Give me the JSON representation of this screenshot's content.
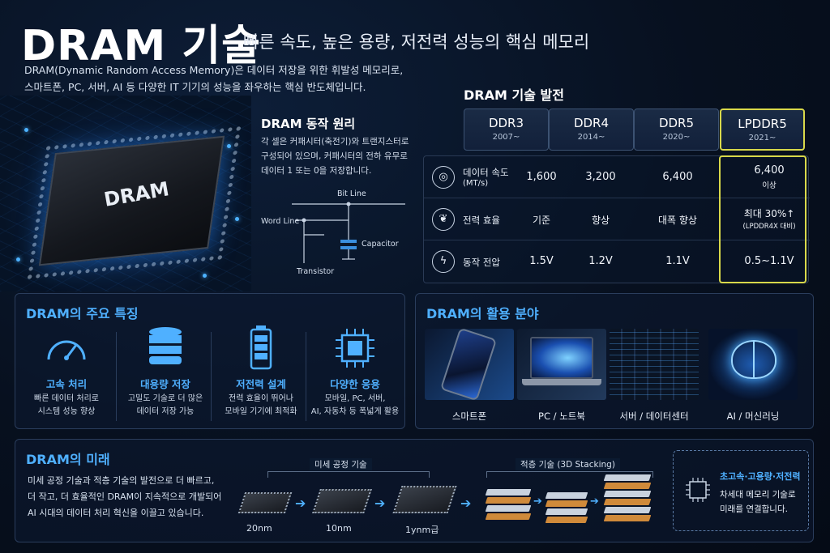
{
  "header": {
    "title": "DRAM 기술",
    "subtitle": "빠른 속도, 높은 용량, 저전력 성능의 핵심 메모리",
    "intro_line1": "DRAM(Dynamic Random Access Memory)은 데이터 저장을 위한 휘발성 메모리로,",
    "intro_line2": "스마트폰, PC, 서버, AI 등 다양한 IT 기기의 성능을 좌우하는 핵심 반도체입니다."
  },
  "chip_image": {
    "label": "DRAM"
  },
  "principle": {
    "title": "DRAM 동작 원리",
    "desc_line1": "각 셀은 커패시터(축전기)와 트랜지스터로",
    "desc_line2": "구성되어 있으며, 커패시터의 전하 유무로",
    "desc_line3": "데이터 1 또는 0을 저장합니다.",
    "labels": {
      "bit_line": "Bit Line",
      "word_line": "Word Line",
      "capacitor": "Capacitor",
      "transistor": "Transistor"
    }
  },
  "evolution": {
    "title": "DRAM 기술 발전",
    "generations": [
      {
        "name": "DDR3",
        "year": "2007~"
      },
      {
        "name": "DDR4",
        "year": "2014~"
      },
      {
        "name": "DDR5",
        "year": "2020~"
      },
      {
        "name": "LPDDR5",
        "year": "2021~"
      }
    ],
    "rows": [
      {
        "icon": "speed-icon",
        "label1": "데이터 속도",
        "label2": "(MT/s)",
        "values": [
          "1,600",
          "3,200",
          "6,400",
          "6,400"
        ],
        "lp_note": "이상"
      },
      {
        "icon": "leaf-icon",
        "label1": "전력 효율",
        "label2": "",
        "values": [
          "기준",
          "향상",
          "대폭 향상",
          "최대 30%↑"
        ],
        "lp_note": "(LPDDR4X 대비)"
      },
      {
        "icon": "bolt-icon",
        "label1": "동작 전압",
        "label2": "",
        "values": [
          "1.5V",
          "1.2V",
          "1.1V",
          "0.5~1.1V"
        ],
        "lp_note": ""
      }
    ],
    "highlight_color": "#d8d84a"
  },
  "features": {
    "title": "DRAM의 주요 특징",
    "items": [
      {
        "icon": "speedometer-icon",
        "title": "고속 처리",
        "desc1": "빠른 데이터 처리로",
        "desc2": "시스템 성능 향상"
      },
      {
        "icon": "database-icon",
        "title": "대용량 저장",
        "desc1": "고밀도 기술로 더 많은",
        "desc2": "데이터 저장 가능"
      },
      {
        "icon": "battery-icon",
        "title": "저전력 설계",
        "desc1": "전력 효율이 뛰어나",
        "desc2": "모바일 기기에 최적화"
      },
      {
        "icon": "processor-icon",
        "title": "다양한 응용",
        "desc1": "모바일, PC, 서버,",
        "desc2": "AI, 자동차 등 폭넓게 활용"
      }
    ]
  },
  "applications": {
    "title": "DRAM의 활용 분야",
    "items": [
      {
        "icon": "smartphone-icon",
        "label": "스마트폰"
      },
      {
        "icon": "laptop-icon",
        "label": "PC / 노트북"
      },
      {
        "icon": "server-icon",
        "label": "서버 / 데이터센터"
      },
      {
        "icon": "brain-icon",
        "label": "AI / 머신러닝"
      }
    ]
  },
  "future": {
    "title": "DRAM의 미래",
    "desc_line1": "미세 공정 기술과 적층 기술의 발전으로 더 빠르고,",
    "desc_line2": "더 작고, 더 효율적인 DRAM이 지속적으로 개발되어",
    "desc_line3": "AI 시대의 데이터 처리 혁신을 이끌고 있습니다.",
    "process_label": "미세 공정 기술",
    "stacking_label": "적층 기술 (3D Stacking)",
    "nodes": [
      "20nm",
      "10nm",
      "1ynm급"
    ],
    "box_head": "초고속·고용량·저전력",
    "box_line1": "차세대 메모리 기술로",
    "box_line2": "미래를 연결합니다."
  },
  "colors": {
    "accent": "#4fb0ff",
    "highlight": "#d8d84a",
    "background": "#07101f"
  }
}
